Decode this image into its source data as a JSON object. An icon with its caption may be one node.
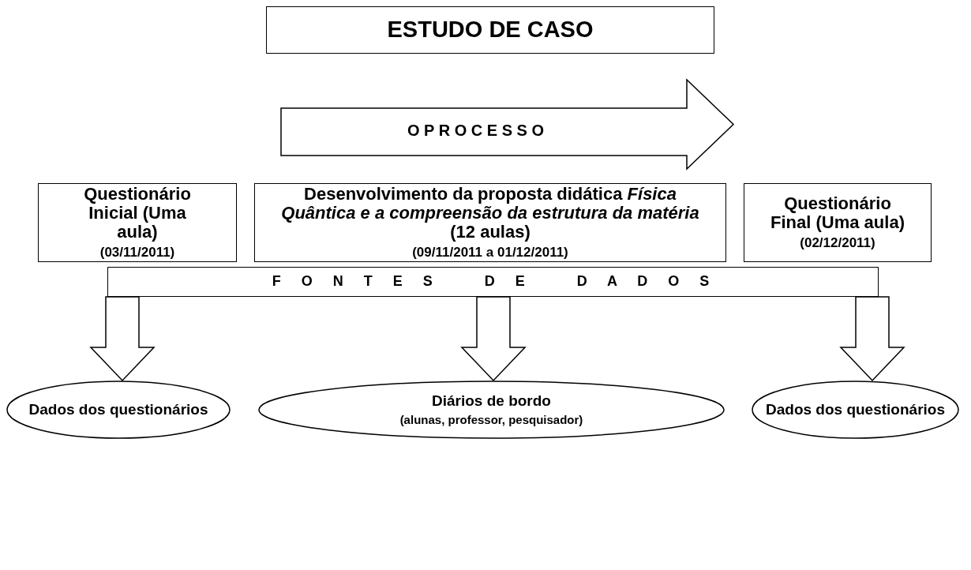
{
  "diagram": {
    "nodes": [
      {
        "text": [
          "ESTUDO DE CASO"
        ]
      },
      {
        "text": [
          "O P R O C E S S O"
        ]
      },
      {
        "text": [
          "Questionário Inicial (Uma aula)",
          "(03/11/2011)"
        ]
      },
      {
        "text": [
          "Desenvolvimento da proposta didática *Física Quântica e a compreensão da estrutura da matéria* (12 aulas)",
          "(09/11/2011 a 01/12/2011)"
        ]
      },
      {
        "text": [
          "Questionário Final (Uma aula)",
          "(02/12/2011)"
        ]
      },
      {
        "text": [
          "F O N T E S   D E   D A D O S"
        ]
      },
      {
        "text": [
          "Dados dos questionários"
        ]
      },
      {
        "text": [
          "Diários de bordo",
          "(alunas, professor, pesquisador)"
        ]
      },
      {
        "text": [
          "Dados dos questionários"
        ]
      }
    ],
    "edges": [
      {
        "from": 5,
        "to": 6,
        "arrow": "to"
      },
      {
        "from": 5,
        "to": 7,
        "arrow": "to"
      },
      {
        "from": 5,
        "to": 8,
        "arrow": "to"
      }
    ]
  }
}
